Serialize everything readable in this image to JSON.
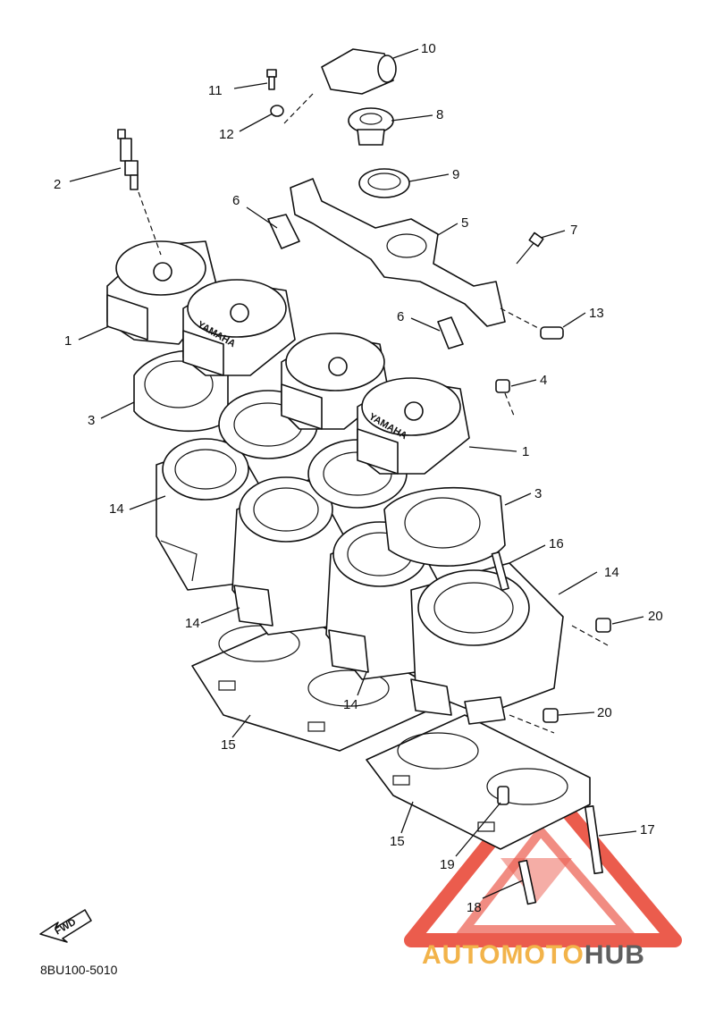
{
  "diagram_code": "8BU100-5010",
  "fwd_label": "FWD",
  "head_brand": "YAMAHA",
  "watermark": {
    "part1": "AUTOMOTO",
    "part2": "HUB",
    "color1": "#f2b34a",
    "color2": "#5f5f5f",
    "logo_color": "#e8402f"
  },
  "callouts": {
    "c1a": "1",
    "c1b": "1",
    "c2": "2",
    "c3a": "3",
    "c3b": "3",
    "c4": "4",
    "c5": "5",
    "c6a": "6",
    "c6b": "6",
    "c7": "7",
    "c8": "8",
    "c9": "9",
    "c10": "10",
    "c11": "11",
    "c12": "12",
    "c13": "13",
    "c14a": "14",
    "c14b": "14",
    "c14c": "14",
    "c14d": "14",
    "c15a": "15",
    "c15b": "15",
    "c16": "16",
    "c17": "17",
    "c18": "18",
    "c19": "19",
    "c20a": "20",
    "c20b": "20"
  }
}
